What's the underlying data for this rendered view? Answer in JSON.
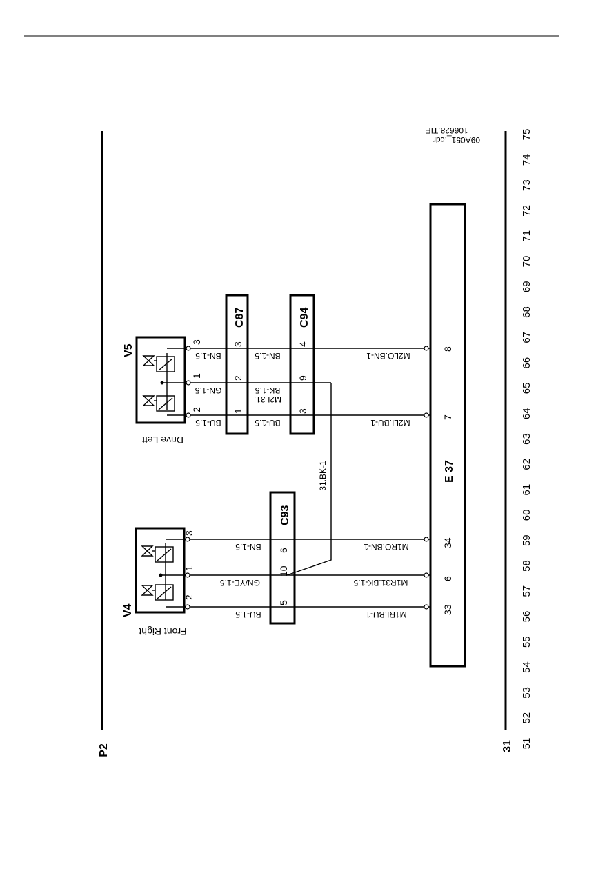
{
  "header": {
    "left_rail_label": "P2",
    "right_rail_label": "31"
  },
  "file_refs": {
    "cdr": "09A051_.cdr",
    "tif": "106628.TIF"
  },
  "ruler": [
    "51",
    "52",
    "53",
    "54",
    "55",
    "56",
    "57",
    "58",
    "59",
    "60",
    "61",
    "62",
    "63",
    "64",
    "65",
    "66",
    "67",
    "68",
    "69",
    "70",
    "71",
    "72",
    "73",
    "74",
    "75"
  ],
  "components": {
    "v4": {
      "id": "V4",
      "desc": "Front Right"
    },
    "v5": {
      "id": "V5",
      "desc": "Drive Left"
    },
    "c93": {
      "id": "C93",
      "pins": [
        "5",
        "10",
        "6"
      ]
    },
    "c87": {
      "id": "C87",
      "pins": [
        "1",
        "2",
        "3"
      ]
    },
    "c94": {
      "id": "C94",
      "pins": [
        "3",
        "9",
        "4"
      ]
    },
    "e37": {
      "id": "E 37",
      "pins": [
        "33",
        "6",
        "34",
        "7",
        "8"
      ]
    }
  },
  "actuator_pins": {
    "v4": [
      "2",
      "1",
      "3"
    ],
    "v5": [
      "2",
      "1",
      "3"
    ]
  },
  "wires": {
    "v4_w2": "BU-1.5",
    "v4_w1": "GN/YE-1.5",
    "v4_w3": "BN-1.5",
    "v5_w2": "BU-1.5",
    "v5_w1": "GN-1.5",
    "v5_w3": "BN-1.5",
    "c87_c94_1": "BU-1.5",
    "c87_c94_2a": "BK-1.5",
    "c87_c94_2b": "M2L31.",
    "c87_c94_3": "BN-1.5",
    "ground": "31.BK-1",
    "e37_33": "M1RI.BU-1",
    "e37_6": "M1R31.BK-1.5",
    "e37_34": "M1RO.BN-1",
    "e37_7": "M2LI.BU-1",
    "e37_8": "M2LO.BN-1"
  }
}
